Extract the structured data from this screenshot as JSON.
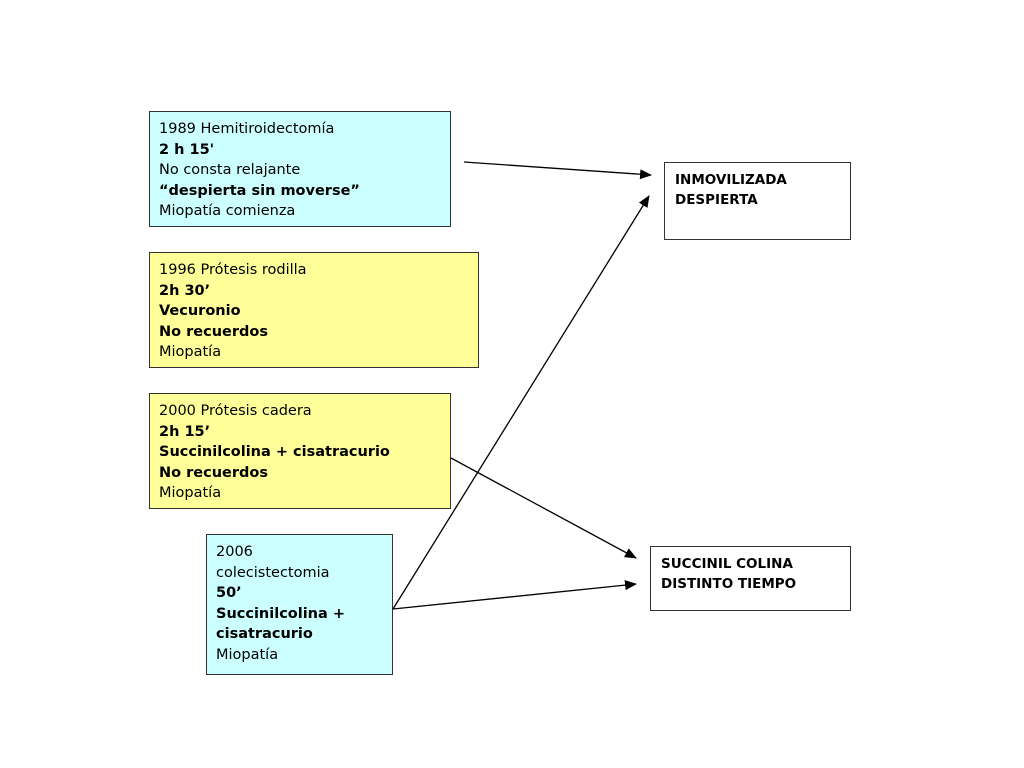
{
  "boxes": {
    "b1989": {
      "l1": "1989  Hemitiroidectomía",
      "l2": "2 h 15'",
      "l3": "No consta relajante",
      "l4": "“despierta sin moverse”",
      "l5": "Miopatía comienza"
    },
    "b1996": {
      "l1": "1996 Prótesis rodilla",
      "l2": "2h 30’",
      "l3": "Vecuronio",
      "l4": "No recuerdos",
      "l5": "Miopatía"
    },
    "b2000": {
      "l1": "2000 Prótesis cadera",
      "l2": "2h 15’",
      "l3": "Succinilcolina + cisatracurio",
      "l4": "No recuerdos",
      "l5": "Miopatía"
    },
    "b2006": {
      "l1": "2006",
      "l2": "colecistectomia",
      "l3": "50’",
      "l4": "Succinilcolina +",
      "l5": "cisatracurio",
      "l6": "Miopatía"
    }
  },
  "results": {
    "r1": {
      "l1": "INMOVILIZADA",
      "l2": "DESPIERTA"
    },
    "r2": {
      "l1": "SUCCINIL COLINA",
      "l2": "DISTINTO TIEMPO"
    }
  },
  "colors": {
    "cyan": "#ccffff",
    "yellow": "#ffff99",
    "border": "#333333"
  }
}
